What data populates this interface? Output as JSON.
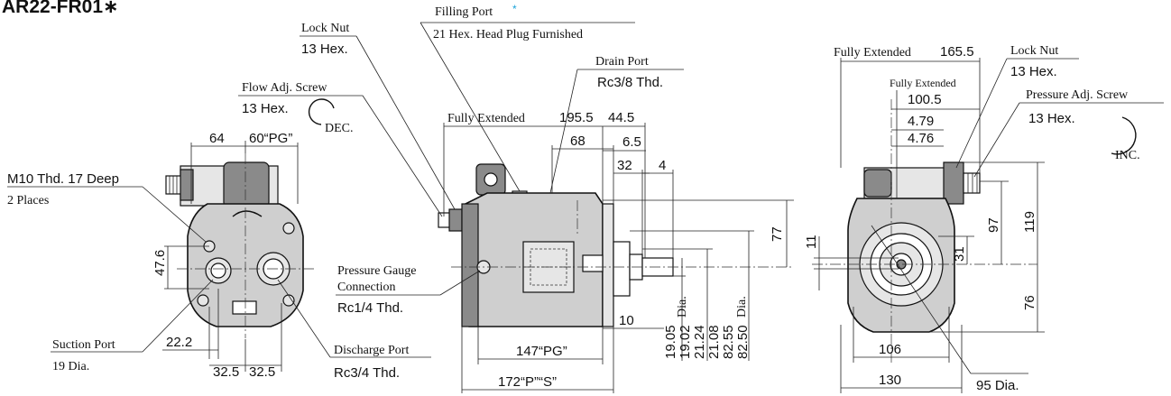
{
  "title": "AR22-FR01∗",
  "left_view": {
    "top_dim_left": "64",
    "top_dim_right": "60“PG”",
    "mount_thread": "M10 Thd. 17 Deep",
    "mount_places": "2 Places",
    "dim_47_6": "47.6",
    "dim_22_2": "22.2",
    "dim_32_5_left": "32.5",
    "dim_32_5_right": "32.5",
    "suction_port": "Suction Port",
    "suction_dia": "19 Dia.",
    "discharge_port": "Discharge Port",
    "discharge_thread": "Rc3/4 Thd."
  },
  "center_view": {
    "lock_nut": "Lock Nut",
    "lock_nut_hex": "13 Hex.",
    "filling_port": "Filling Port",
    "filling_star": "*",
    "filling_plug": "21 Hex. Head Plug Furnished",
    "drain_port": "Drain Port",
    "drain_thread": "Rc3/8 Thd.",
    "flow_screw": "Flow Adj. Screw",
    "flow_screw_hex": "13 Hex.",
    "dec_label": "DEC.",
    "fully_extended_label": "Fully Extended",
    "fully_extended_value": "195.5",
    "dim_44_5": "44.5",
    "dim_68": "68",
    "dim_6_5": "6.5",
    "dim_32": "32",
    "dim_4": "4",
    "dim_77": "77",
    "pressure_gauge_1": "Pressure Gauge",
    "pressure_gauge_2": "Connection",
    "pressure_gauge_thread": "Rc1/4 Thd.",
    "dim_10": "10",
    "dim_147": "147“PG”",
    "dim_172": "172“P”“S”",
    "shaft_dia_1a": "19.05",
    "shaft_dia_1b": "19.02",
    "dia_word_1": "Dia.",
    "shaft_dia_2a": "21.24",
    "shaft_dia_2b": "21.08",
    "pilot_dia_a": "82.55",
    "pilot_dia_b": "82.50",
    "dia_word_2": "Dia."
  },
  "right_view": {
    "fully_extended_label": "Fully Extended",
    "fully_extended_value": "165.5",
    "lock_nut": "Lock Nut",
    "lock_nut_hex": "13 Hex.",
    "fully_extended_label_small": "Fully Extended",
    "dim_100_5": "100.5",
    "dim_4_79": "4.79",
    "dim_4_76": "4.76",
    "pressure_screw": "Pressure Adj. Screw",
    "pressure_screw_hex": "13 Hex.",
    "inc_label": "INC.",
    "dim_11": "11",
    "dim_31": "31",
    "dim_97": "97",
    "dim_119": "119",
    "dim_76": "76",
    "dim_106": "106",
    "dim_130": "130",
    "dim_95_dia": "95 Dia."
  }
}
